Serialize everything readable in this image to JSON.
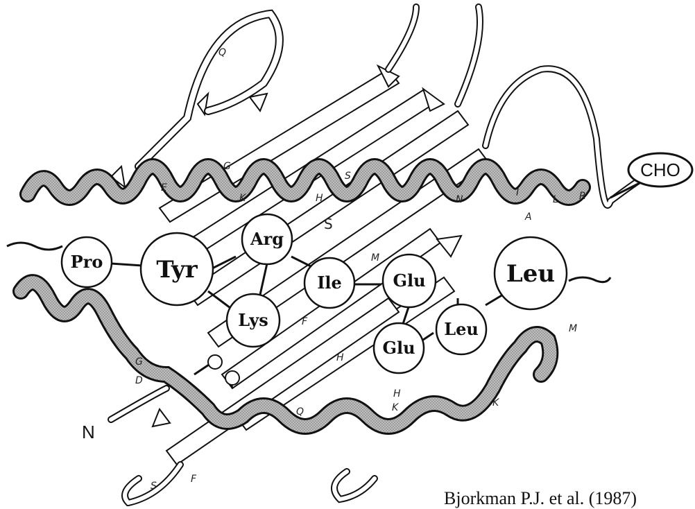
{
  "residues": {
    "pro": "Pro",
    "tyr": "Tyr",
    "arg": "Arg",
    "lys": "Lys",
    "ile": "Ile",
    "glu_upper": "Glu",
    "glu_lower": "Glu",
    "leu_right": "Leu",
    "leu_small": "Leu"
  },
  "termini": {
    "n": "N",
    "cho": "CHO"
  },
  "helix_letters_upper": [
    "Q",
    "E",
    "G",
    "K",
    "H",
    "S",
    "S",
    "N",
    "I",
    "A",
    "L",
    "R"
  ],
  "helix_letters_lower": [
    "G",
    "D",
    "M",
    "F",
    "H",
    "Q",
    "H",
    "K",
    "K",
    "M",
    "S",
    "F"
  ],
  "citation": "Bjorkman P.J. et al. (1987)",
  "colors": {
    "line": "#111111",
    "shade": "#a8a8a8",
    "paper": "#ffffff"
  }
}
